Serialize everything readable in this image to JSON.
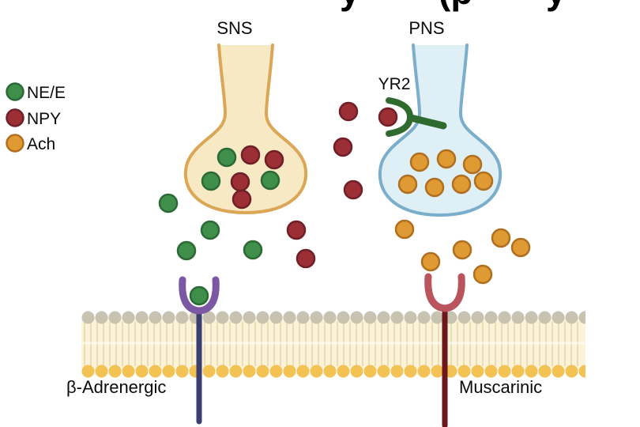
{
  "header": {
    "cropped_fragments": [
      "y",
      "(p",
      "y"
    ]
  },
  "labels": {
    "sns": "SNS",
    "pns": "PNS",
    "yr2": "YR2",
    "beta_adrenergic": "β-Adrenergic",
    "muscarinic": "Muscarinic"
  },
  "legend": {
    "items": [
      {
        "label": "NE/E",
        "color": "#3F8E49"
      },
      {
        "label": "NPY",
        "color": "#9C2F36"
      },
      {
        "label": "Ach",
        "color": "#E09A33"
      }
    ]
  },
  "colors": {
    "ne": "#3F8E49",
    "ne_border": "#2B6A36",
    "npy": "#9C2F36",
    "npy_border": "#701F27",
    "ach": "#E09A33",
    "ach_border": "#B06F1F",
    "sns_fill": "#F8E9C5",
    "sns_border": "#DBA757",
    "pns_fill": "#DFEFF6",
    "pns_border": "#7BAECB",
    "yr2_green": "#2F6B2F",
    "beta_cup": "#7C58A4",
    "beta_stem": "#3A3E70",
    "musc_cup": "#BA555E",
    "musc_stem": "#6D161C",
    "membrane_top_head": "#C8C2B1",
    "membrane_bottom_head": "#F2C254",
    "membrane_band": "#FBF2DA",
    "membrane_tail": "#E9D8A6",
    "title_color": "#000000"
  }
}
